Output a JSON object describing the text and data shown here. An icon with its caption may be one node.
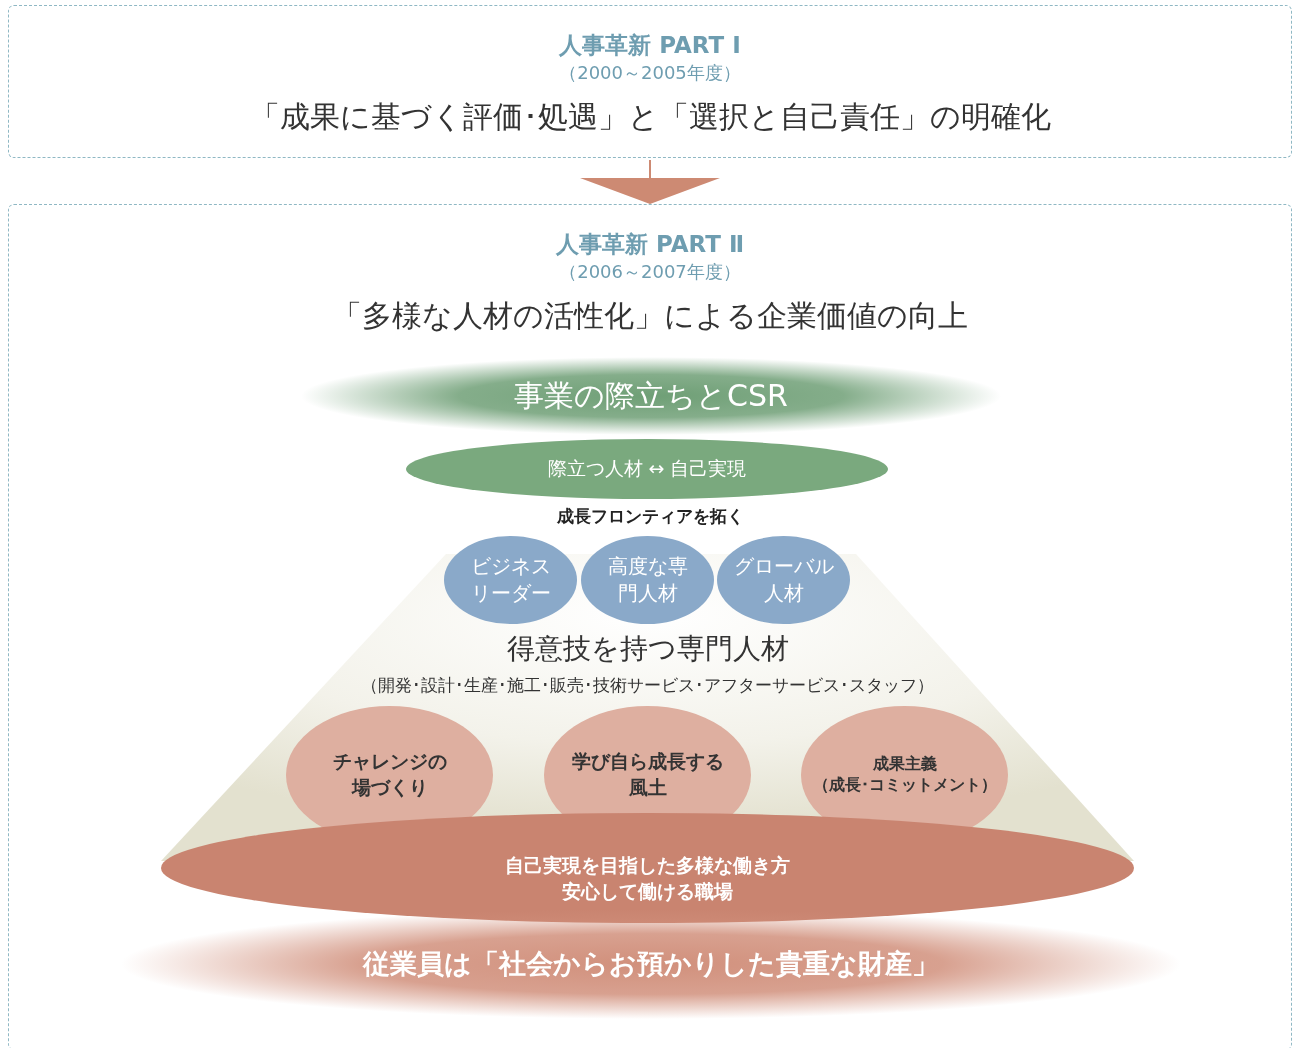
{
  "diagram": {
    "nodes": [
      {
        "text": [
          "人事革新 PART Ⅰ",
          "（2000～2005年度）",
          "「成果に基づく評価･処遇」と「選択と自己責任」の明確化"
        ]
      },
      {
        "text": [
          "人事革新 PART Ⅱ",
          "（2006～2007年度）",
          "「多様な人材の活性化」による企業価値の向上"
        ]
      },
      {
        "text": [
          "事業の際立ちとCSR"
        ],
        "in": 1
      },
      {
        "text": [
          "際立つ人材 ↔ 自己実現"
        ],
        "in": 1
      },
      {
        "text": [
          "得意技を持つ専門人材",
          "（開発･設計･生産･施工･販売･技術サービス･アフターサービス･スタッフ）"
        ],
        "in": 1
      },
      {
        "text": [
          "ビジネスリーダー"
        ],
        "in": 1
      },
      {
        "text": [
          "高度な専門人材"
        ],
        "in": 1
      },
      {
        "text": [
          "グローバル人材"
        ],
        "in": 1
      },
      {
        "text": [
          "チャレンジの場づくり"
        ],
        "in": 4
      },
      {
        "text": [
          "学び自ら成長する風土"
        ],
        "in": 4
      },
      {
        "text": [
          "成果主義",
          "（成長･コミットメント）"
        ],
        "in": 4
      },
      {
        "text": [
          "自己実現を目指した多様な働き方",
          "安心して働ける職場"
        ],
        "in": 1
      },
      {
        "text": [
          "従業員は「社会からお預かりした貴重な財産」"
        ],
        "in": 1
      }
    ],
    "edges": [
      {
        "from": 0,
        "to": 1,
        "arrow": "to"
      }
    ],
    "labels": [
      "成長フロンティアを拓く"
    ]
  }
}
